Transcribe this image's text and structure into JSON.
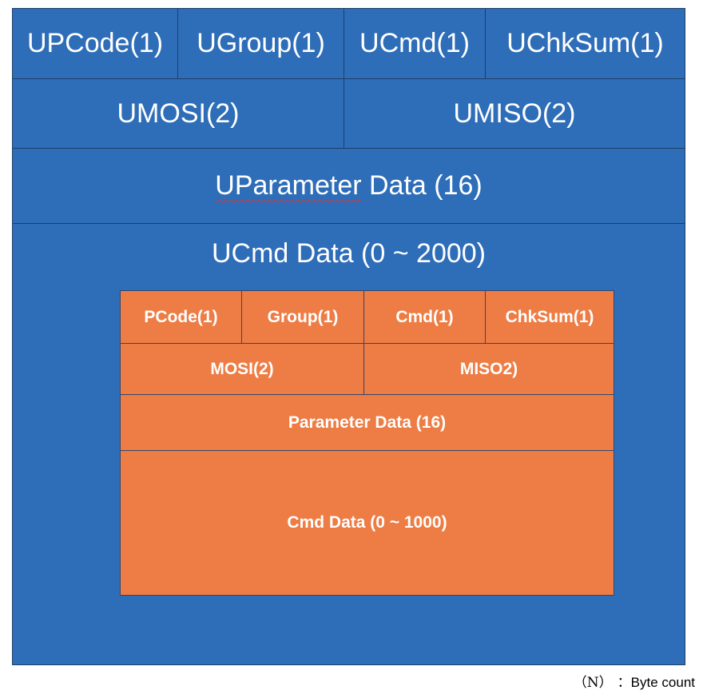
{
  "outer": {
    "row1": [
      "UPCode(1)",
      "UGroup(1)",
      "UCmd(1)",
      "UChkSum(1)"
    ],
    "row2": [
      "UMOSI(2)",
      "UMISO(2)"
    ],
    "parameter_data": {
      "prefix": "UParameter",
      "suffix": " Data (16)"
    },
    "cmd_data": "UCmd Data (0 ~ 2000)"
  },
  "inner": {
    "row1": [
      "PCode(1)",
      "Group(1)",
      "Cmd(1)",
      "ChkSum(1)"
    ],
    "row2": [
      "MOSI(2)",
      "MISO2)"
    ],
    "parameter_data": "Parameter Data (16)",
    "cmd_data": "Cmd Data (0 ~ 1000)"
  },
  "legend": {
    "symbol": "（N）",
    "text": "：Byte count"
  },
  "colors": {
    "outer_fill": "#2e6db8",
    "inner_fill": "#ed7d45",
    "border": "#1f3f66",
    "text": "#ffffff"
  }
}
